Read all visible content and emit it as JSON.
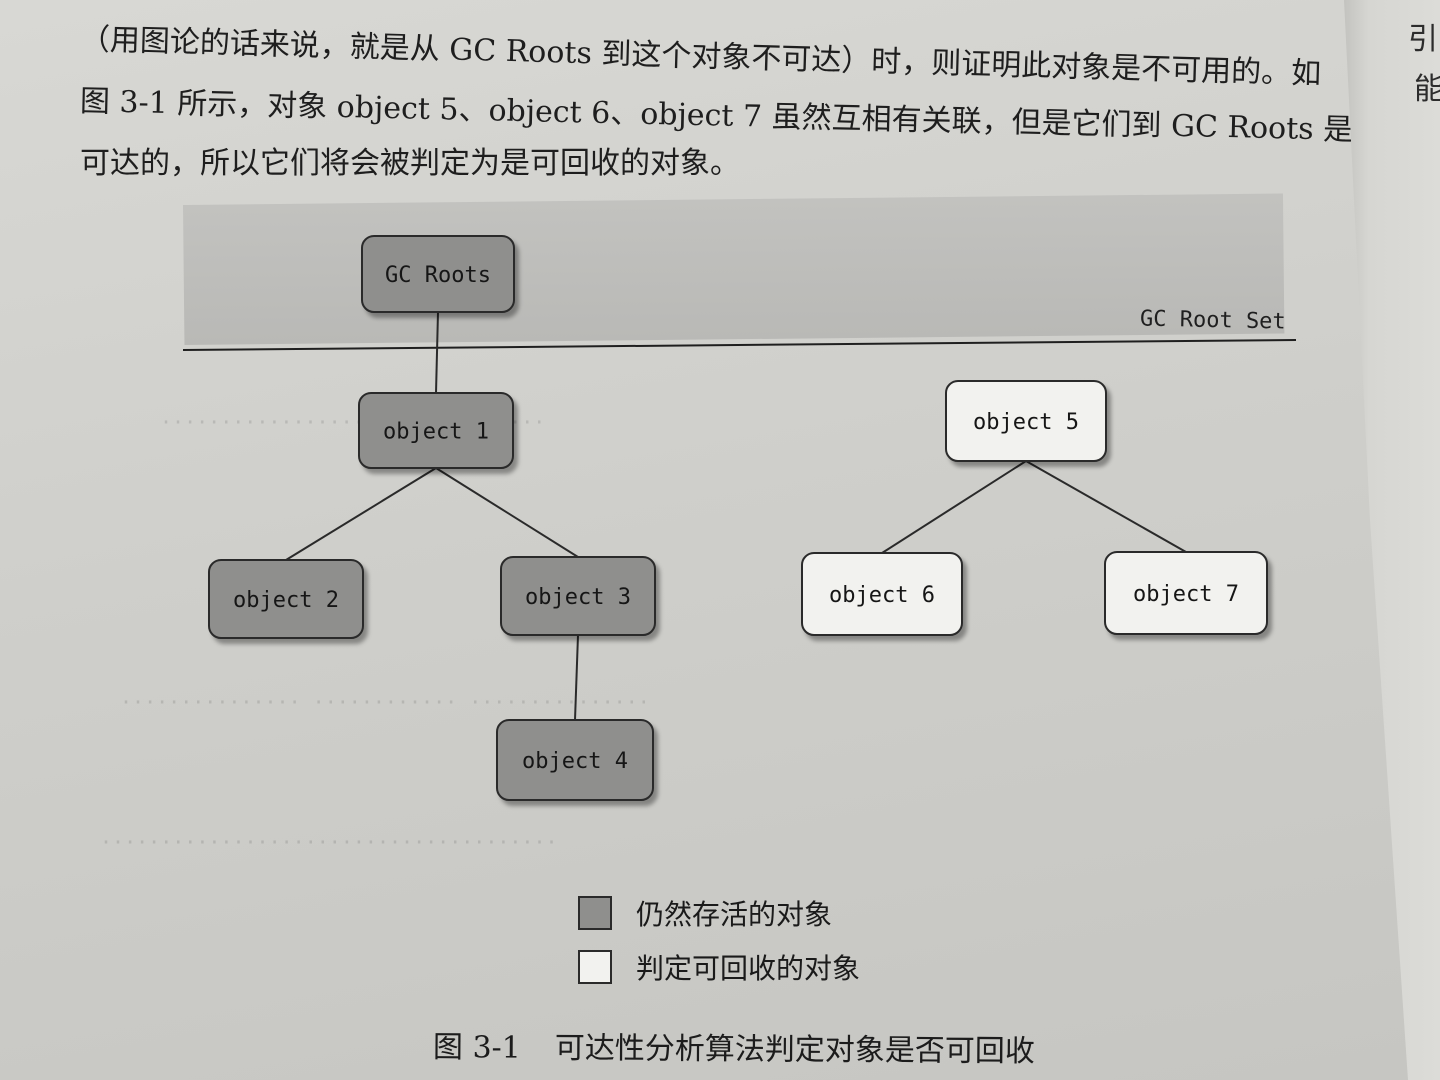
{
  "paragraph": {
    "line1": "（用图论的话来说，就是从 GC Roots 到这个对象不可达）时，则证明此对象是不可用的。如",
    "line2": "图 3-1 所示，对象 object 5、object 6、object 7 虽然互相有关联，但是它们到 GC Roots 是不",
    "line3": "可达的，所以它们将会被判定为是可回收的对象。"
  },
  "side_page": {
    "glyphs": [
      "引",
      "能"
    ]
  },
  "diagram": {
    "root_set_label": "GC Root Set",
    "nodes": [
      {
        "id": "gc-roots",
        "label": "GC Roots",
        "status": "live"
      },
      {
        "id": "object-1",
        "label": "object 1",
        "status": "live"
      },
      {
        "id": "object-2",
        "label": "object 2",
        "status": "live"
      },
      {
        "id": "object-3",
        "label": "object 3",
        "status": "live"
      },
      {
        "id": "object-4",
        "label": "object 4",
        "status": "live"
      },
      {
        "id": "object-5",
        "label": "object 5",
        "status": "reclaimable"
      },
      {
        "id": "object-6",
        "label": "object 6",
        "status": "reclaimable"
      },
      {
        "id": "object-7",
        "label": "object 7",
        "status": "reclaimable"
      }
    ],
    "edges": [
      [
        "gc-roots",
        "object-1"
      ],
      [
        "object-1",
        "object-2"
      ],
      [
        "object-1",
        "object-3"
      ],
      [
        "object-3",
        "object-4"
      ],
      [
        "object-5",
        "object-6"
      ],
      [
        "object-5",
        "object-7"
      ]
    ],
    "colors": {
      "live_fill": "#8f8f8d",
      "reclaimable_fill": "#f2f2ef",
      "outline": "#2a2a2a"
    }
  },
  "legend": {
    "live": "仍然存活的对象",
    "reclaimable": "判定可回收的对象"
  },
  "caption": {
    "number": "图 3-1",
    "text": "可达性分析算法判定对象是否可回收"
  }
}
